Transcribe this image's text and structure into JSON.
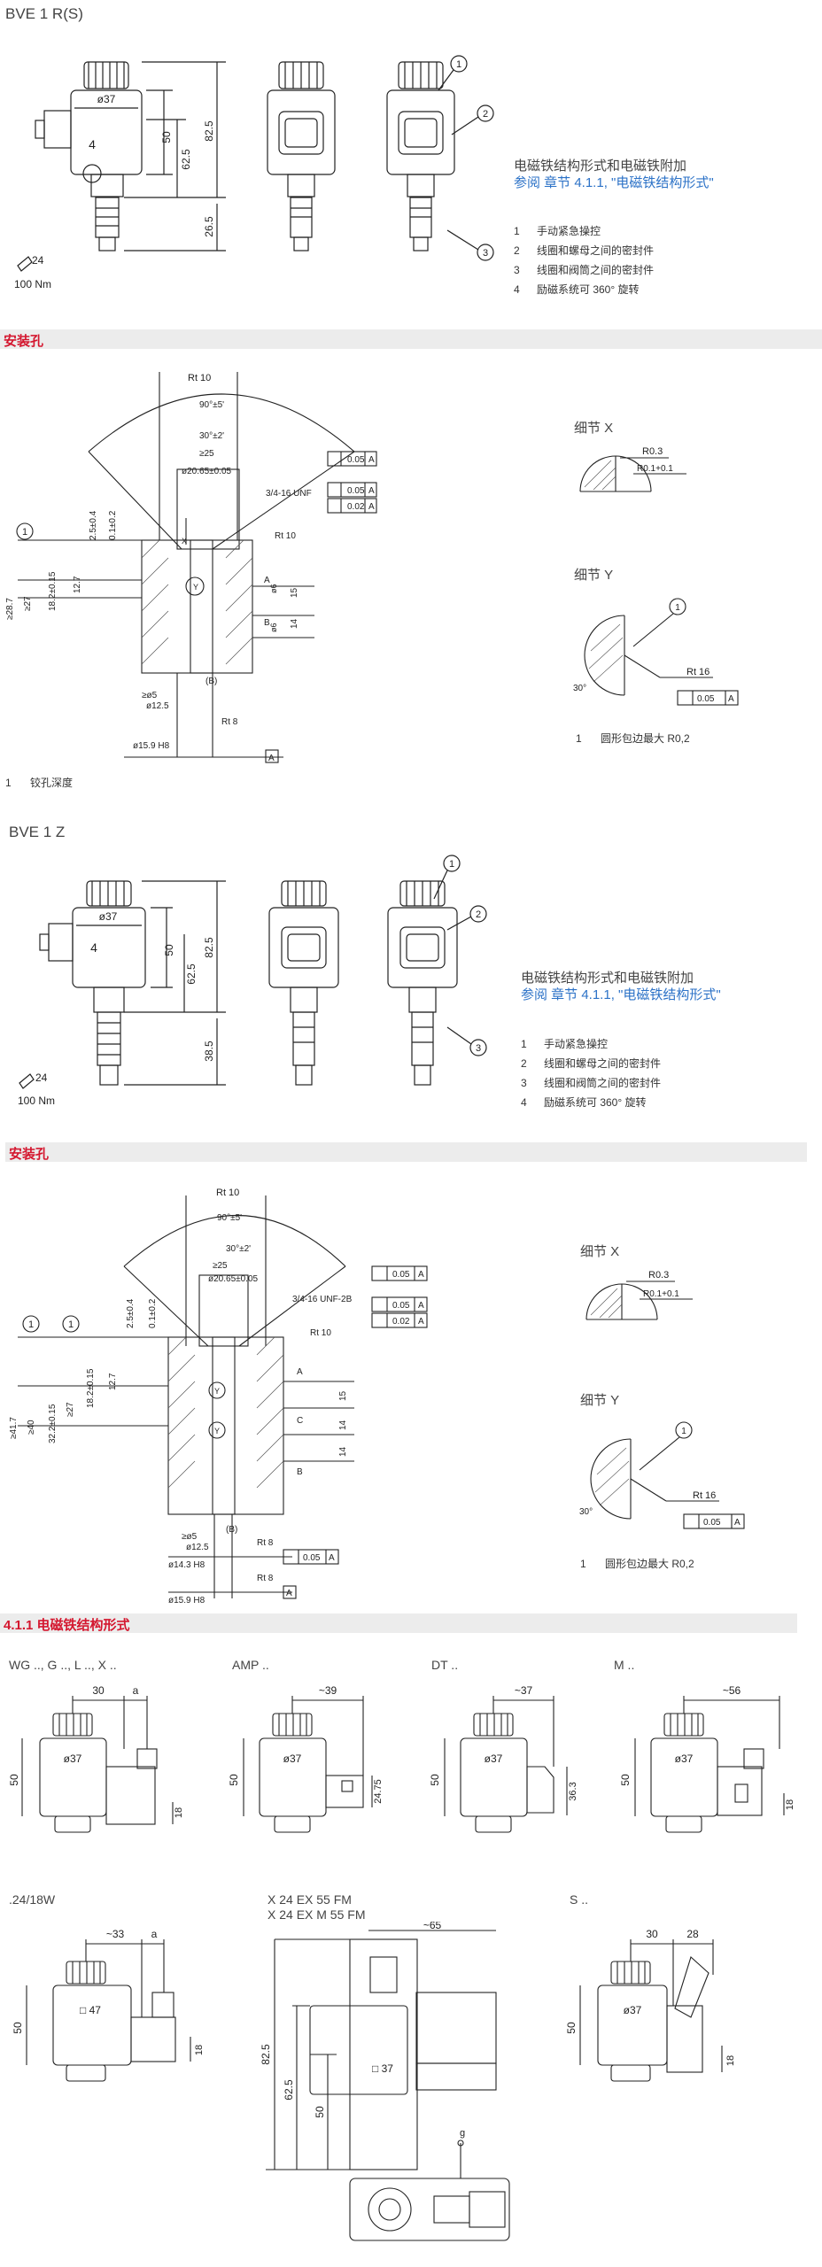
{
  "section1": {
    "title": "BVE 1 R(S)",
    "caption_line1": "电磁铁结构形式和电磁铁附加",
    "caption_line2": "参阅 章节 4.1.1, \"电磁铁结构形式\"",
    "legend": [
      {
        "num": "1",
        "text": "手动紧急操控"
      },
      {
        "num": "2",
        "text": "线圈和螺母之间的密封件"
      },
      {
        "num": "3",
        "text": "线圈和阀筒之间的密封件"
      },
      {
        "num": "4",
        "text": "励磁系统可 360° 旋转"
      }
    ],
    "dims": {
      "d37": "ø37",
      "d50": "50",
      "d625": "62.5",
      "d825": "82.5",
      "d265": "26.5",
      "torque": "24",
      "nm": "100 Nm",
      "c1": "1",
      "c2": "2",
      "c3": "3",
      "c4": "4"
    }
  },
  "mount1": {
    "band_label": "安装孔",
    "detail_x": "细节 X",
    "detail_y": "细节 Y",
    "r03": "R0.3",
    "r01": "R0.1+0.1",
    "rt16": "Rt 16",
    "tol005": "0.05",
    "angle30": "30°",
    "footnote_num": "1",
    "footnote_text": "圆形包边最大 R0,2",
    "legend_num": "1",
    "legend_text": "铰孔深度",
    "labels": {
      "rt10": "Rt 10",
      "a90": "90°±5'",
      "a30": "30°±2'",
      "ge25": "≥25",
      "d2065": "ø20.65±0.05",
      "thread": "3/4-16 UNF",
      "tol002": "0.02",
      "d159": "ø15.9 H8",
      "rt8": "Rt 8",
      "d5": "≥ø5",
      "d125": "ø12.5",
      "b": "(B)",
      "A": "A",
      "B": "B",
      "d6": "ø6",
      "v15": "15",
      "v14": "14",
      "v127": "12.7",
      "v182": "18.2±0.15",
      "v287": "≥28.7",
      "v27": "≥27",
      "v25": "2.5±0.4",
      "v01": "0.1±0.2",
      "X": "X",
      "Y": "Y",
      "one": "1"
    }
  },
  "section2": {
    "title": "BVE 1 Z",
    "caption_line1": "电磁铁结构形式和电磁铁附加",
    "caption_line2": "参阅 章节 4.1.1, \"电磁铁结构形式\"",
    "legend": [
      {
        "num": "1",
        "text": "手动紧急操控"
      },
      {
        "num": "2",
        "text": "线圈和螺母之间的密封件"
      },
      {
        "num": "3",
        "text": "线圈和阀筒之间的密封件"
      },
      {
        "num": "4",
        "text": "励磁系统可 360° 旋转"
      }
    ],
    "dims": {
      "d37": "ø37",
      "d50": "50",
      "d625": "62.5",
      "d825": "82.5",
      "d385": "38.5",
      "torque": "24",
      "nm": "100 Nm"
    }
  },
  "mount2": {
    "band_label": "安装孔",
    "detail_x": "细节 X",
    "detail_y": "细节 Y",
    "r03": "R0.3",
    "r01": "R0.1+0.1",
    "rt16": "Rt 16",
    "tol005": "0.05",
    "angle30": "30°",
    "footnote_num": "1",
    "footnote_text": "圆形包边最大 R0,2",
    "labels": {
      "thread": "3/4-16 UNF-2B",
      "d143": "ø14.3 H8",
      "d159": "ø15.9 H8",
      "v417": "≥41.7",
      "v40": "≥40",
      "v322": "32.2±0.15",
      "C": "C"
    }
  },
  "section3": {
    "band_label": "4.1.1 电磁铁结构形式",
    "types": [
      {
        "label": "WG .., G .., L .., X ..",
        "dims": [
          "30",
          "a",
          "ø37",
          "50",
          "18"
        ]
      },
      {
        "label": "AMP ..",
        "dims": [
          "~39",
          "ø37",
          "50",
          "24.75"
        ]
      },
      {
        "label": "DT ..",
        "dims": [
          "~37",
          "ø37",
          "50",
          "36.3"
        ]
      },
      {
        "label": "M ..",
        "dims": [
          "~56",
          "ø37",
          "50",
          "18"
        ]
      },
      {
        "label": ".24/18W",
        "dims": [
          "~33",
          "a",
          "□ 47",
          "50",
          "18"
        ]
      },
      {
        "label": "X 24 EX 55 FM",
        "label2": "X 24 EX M 55 FM",
        "dims": [
          "~65",
          "□ 37",
          "82.5",
          "62.5",
          "50",
          "g"
        ]
      },
      {
        "label": "S ..",
        "dims": [
          "30",
          "28",
          "ø37",
          "50",
          "18"
        ]
      }
    ]
  }
}
